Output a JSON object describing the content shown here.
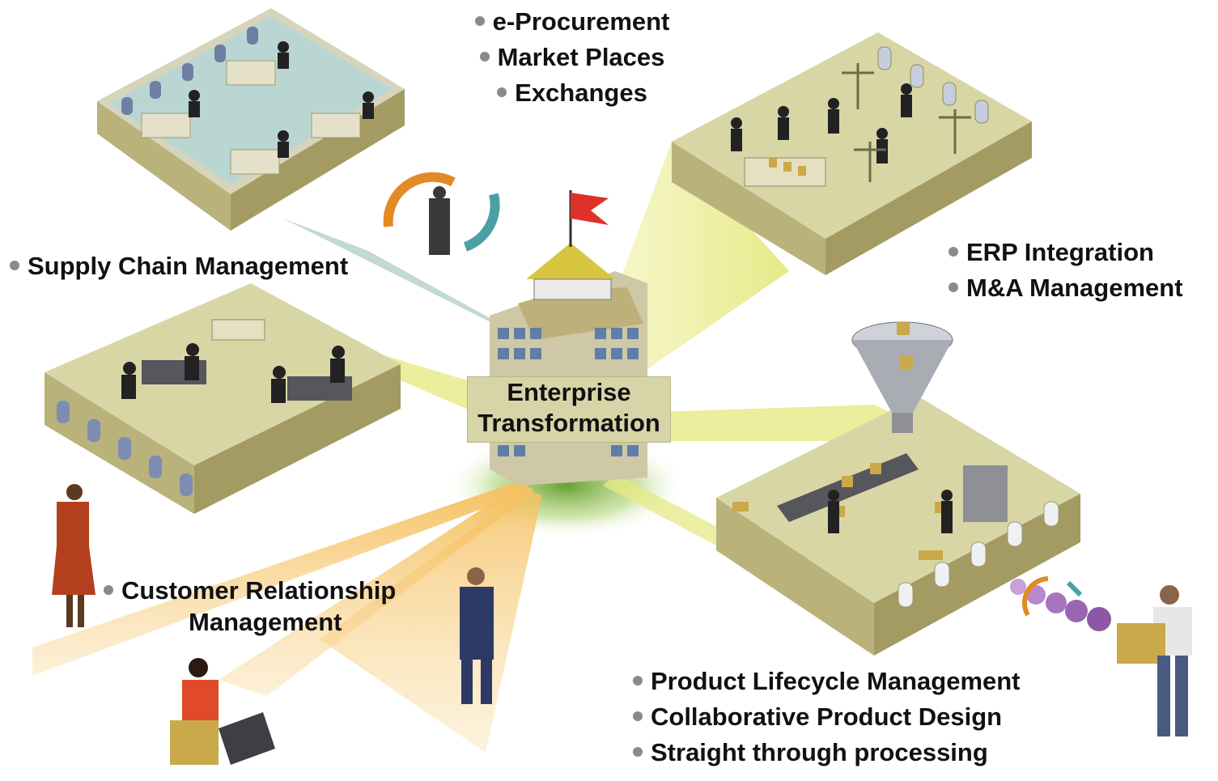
{
  "center": {
    "line1": "Enterprise",
    "line2": "Transformation"
  },
  "procurement": {
    "items": [
      "e-Procurement",
      "Market Places",
      "Exchanges"
    ]
  },
  "supply_chain": {
    "items": [
      "Supply Chain Management"
    ]
  },
  "erp": {
    "items": [
      "ERP Integration",
      "M&A Management"
    ]
  },
  "crm": {
    "line1": "Customer Relationship",
    "line2": "Management"
  },
  "plm": {
    "items": [
      "Product Lifecycle Management",
      "Collaborative Product Design",
      "Straight through processing"
    ]
  },
  "colors": {
    "room_wall": "#b7b07a",
    "room_floor": "#d9d6a8",
    "beam_yellow": "#e8ea8a",
    "path_orange": "#f2b24a",
    "ground_green": "#7fb13a",
    "text": "#111111"
  }
}
